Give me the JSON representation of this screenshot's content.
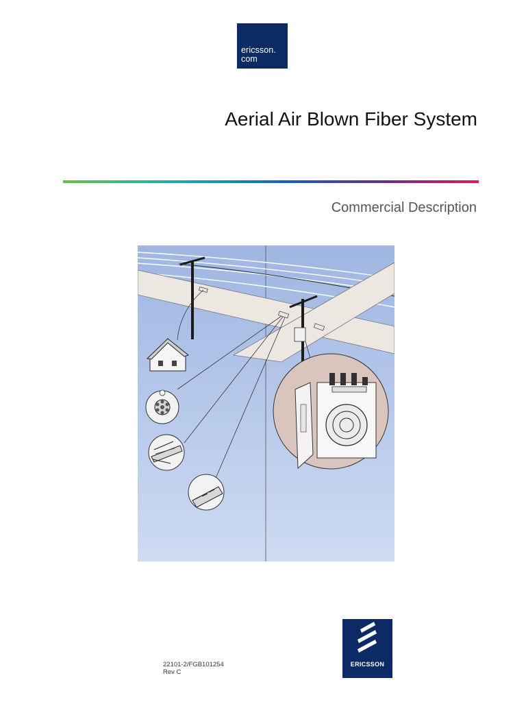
{
  "header": {
    "logo_line1": "ericsson.",
    "logo_line2": "com"
  },
  "title": "Aerial Air Blown Fiber System",
  "subtitle": "Commercial Description",
  "illustration": {
    "icons": [
      "house-icon",
      "cable-cross-section-icon",
      "fiber-bundle-icon",
      "connector-icon",
      "distribution-cabinet-icon"
    ]
  },
  "footer": {
    "doc_number": "22101-2/FGB101254",
    "revision": "Rev C",
    "logo_wordmark": "ERICSSON"
  },
  "colors": {
    "brand": "#0c2a63",
    "sky": "#a7bde6",
    "beam": "#ece7e0"
  }
}
